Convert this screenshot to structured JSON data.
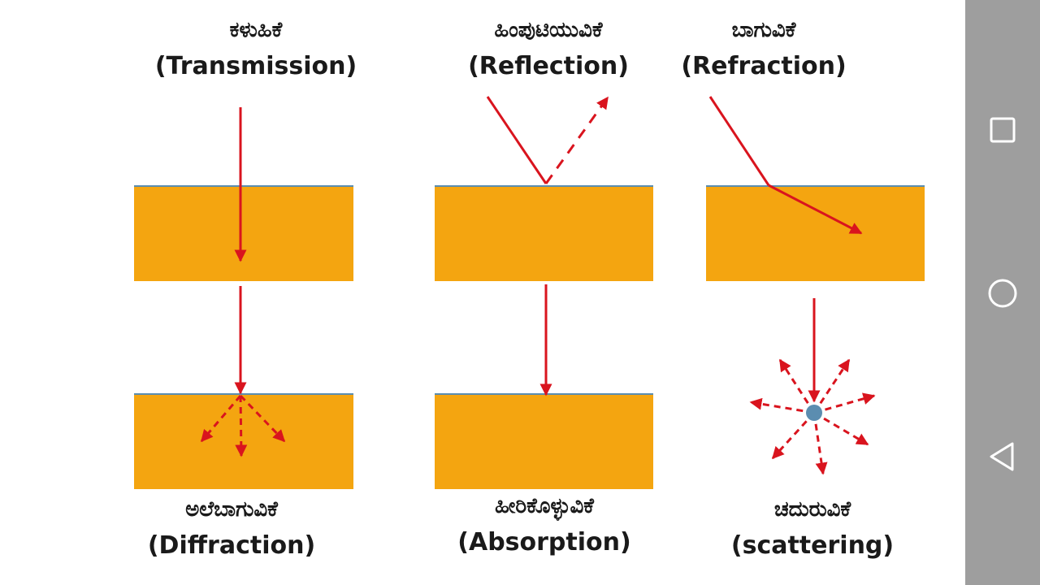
{
  "diagram": {
    "colors": {
      "medium": "#F4A510",
      "surface": "#5B8DB0",
      "ray": "#D9141E",
      "particle": "#5B8DB0"
    },
    "panels": [
      {
        "id": "transmission",
        "kannada": "ಕಳುಹಿಕೆ",
        "english": "(Transmission)"
      },
      {
        "id": "reflection",
        "kannada": "ಹಿಂಪುಟಿಯುವಿಕೆ",
        "english": "(Reflection)"
      },
      {
        "id": "refraction",
        "kannada": "ಬಾಗುವಿಕೆ",
        "english": "(Refraction)"
      },
      {
        "id": "diffraction",
        "kannada": "ಅಲೆಬಾಗುವಿಕೆ",
        "english": "(Diffraction)"
      },
      {
        "id": "absorption",
        "kannada": "ಹೀರಿಕೊಳ್ಳುವಿಕೆ",
        "english": "(Absorption)"
      },
      {
        "id": "scattering",
        "kannada": "ಚದುರುವಿಕೆ",
        "english": "(scattering)"
      }
    ]
  },
  "navbar": {
    "icons": [
      "square-icon",
      "circle-icon",
      "triangle-back-icon"
    ]
  }
}
